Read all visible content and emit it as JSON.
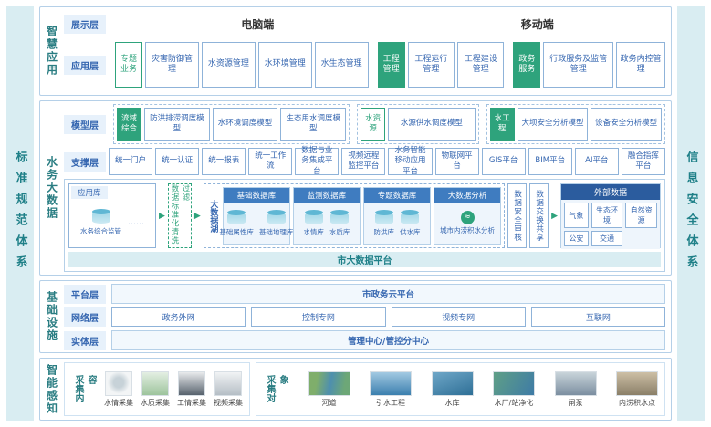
{
  "palette": {
    "accent_green": "#2ea37c",
    "accent_blue": "#3566b0",
    "teal": "#1f8088",
    "db_header_blue": "#3f7cc0",
    "external_header_blue": "#2b5c9e",
    "sidebar_bg": "#d9edf2"
  },
  "frame": {
    "left_bar": "标准规范体系",
    "right_bar": "信息安全体系"
  },
  "smart_app": {
    "section_label": "智慧应用",
    "display_layer": {
      "label": "展示层",
      "pc": "电脑端",
      "mobile": "移动端"
    },
    "app_layer": {
      "label": "应用层",
      "groups": [
        {
          "header": "专题业务",
          "items": [
            "灾害防御管理",
            "水资源管理",
            "水环境管理",
            "水生态管理"
          ]
        },
        {
          "header": "工程管理",
          "items": [
            "工程运行管理",
            "工程建设管理"
          ]
        },
        {
          "header": "政务服务",
          "items": [
            "行政服务及监管管理",
            "政务内控管理"
          ]
        }
      ]
    }
  },
  "big_data": {
    "section_label": "水务大数据",
    "model_layer": {
      "label": "模型层",
      "groups": [
        {
          "header": "流域综合",
          "items": [
            "防洪排涝调度模型",
            "水环境调度模型",
            "生态用水调度模型"
          ]
        },
        {
          "header": "水资源",
          "items": [
            "水源供水调度模型"
          ]
        },
        {
          "header": "水工程",
          "items": [
            "大坝安全分析模型",
            "设备安全分析模型"
          ]
        }
      ]
    },
    "support_layer": {
      "label": "支撑层",
      "items": [
        "统一门户",
        "统一认证",
        "统一报表",
        "统一工作流",
        "数据与业务集成平台",
        "视频远程监控平台",
        "水务智能移动应用平台",
        "物联网平台",
        "GIS平台",
        "BIM平台",
        "AI平台",
        "融合指挥平台"
      ]
    },
    "data_flow": {
      "app_db": {
        "title": "应用库",
        "item": "水务综合监管",
        "more": "……"
      },
      "clean_filter": "数据标准化清洗过滤",
      "lake": {
        "label": "大数据湖",
        "databases": [
          {
            "title": "基础数据库",
            "items": [
              "基础属性库",
              "基础地理库"
            ]
          },
          {
            "title": "监测数据库",
            "items": [
              "水情库",
              "水质库"
            ]
          },
          {
            "title": "专题数据库",
            "items": [
              "防洪库",
              "供水库"
            ]
          }
        ],
        "analysis": {
          "title": "大数据分析",
          "item": "城市内涝积水分析"
        }
      },
      "audit": "数据安全审核",
      "exchange": "数据交换共享",
      "external": {
        "title": "外部数据",
        "items": [
          "气象",
          "生态环境",
          "自然资源",
          "公安",
          "交通"
        ]
      },
      "platform_bar": "市大数据平台"
    }
  },
  "infrastructure": {
    "section_label": "基础设施",
    "platform_layer": {
      "label": "平台层",
      "item": "市政务云平台"
    },
    "network_layer": {
      "label": "网络层",
      "items": [
        "政务外网",
        "控制专网",
        "视频专网",
        "互联网"
      ]
    },
    "entity_layer": {
      "label": "实体层",
      "item": "管理中心/管控分中心"
    }
  },
  "perception": {
    "section_label": "智能感知",
    "collect_content": {
      "label": "采集内容",
      "items": [
        "水情采集",
        "水质采集",
        "工情采集",
        "视频采集"
      ]
    },
    "collect_target": {
      "label": "采集对象",
      "items": [
        "河道",
        "引水工程",
        "水库",
        "水厂/站净化",
        "闸泵",
        "内涝积水点"
      ]
    }
  }
}
